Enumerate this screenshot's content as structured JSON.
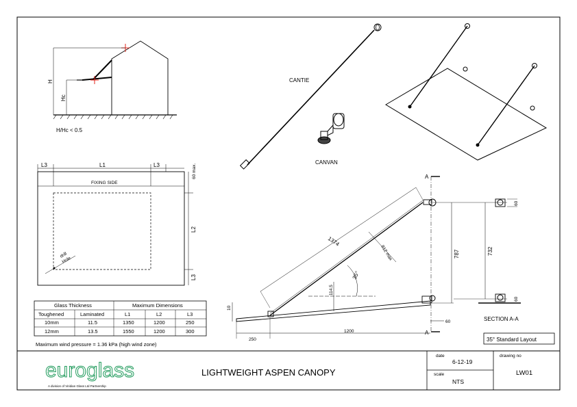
{
  "elevation": {
    "label_h": "H",
    "label_hc": "Hc",
    "ratio": "H/Hc < 0.5"
  },
  "cantie": {
    "label": "CANTIE"
  },
  "canvan": {
    "label": "CANVAN"
  },
  "plan": {
    "l1": "L1",
    "l3_left": "L3",
    "l3_right": "L3",
    "fixing_side": "FIXING SIDE",
    "l2": "L2",
    "l3_bottom": "L3",
    "max60": "60 max.",
    "drill": "drill",
    "hole": "Hole"
  },
  "table": {
    "group_glass": "Glass Thickness",
    "group_dims": "Maximum Dimensions",
    "headers": [
      "Toughened",
      "Laminated",
      "L1",
      "L2",
      "L3"
    ],
    "rows": [
      [
        "10mm",
        "11.5",
        "1350",
        "1200",
        "250"
      ],
      [
        "12mm",
        "13.5",
        "1550",
        "1200",
        "300"
      ]
    ],
    "wind": "Maximum wind pressure = 1.36 kPa (high wind zone)"
  },
  "section": {
    "a_top": "A",
    "a_bottom": "A",
    "dim_1374": "1374",
    "dim_812": "812 max",
    "dim_114": "114.5",
    "angle": "35°",
    "dim_787": "787",
    "dim_732": "732",
    "dim_60_top": "60",
    "dim_60_bot": "60",
    "dim_250": "250",
    "dim_1200": "1200",
    "dim_60": "60",
    "dim_10": "10",
    "section_label": "SECTION A-A",
    "layout": "35° Standard Layout"
  },
  "titleblock": {
    "logo_a": "euro",
    "logo_b": "glass",
    "logo_sub": "A division of Viridian Glass Ltd Partnership",
    "title": "LIGHTWEIGHT ASPEN CANOPY",
    "date_label": "date",
    "date": "6-12-19",
    "scale_label": "scale",
    "scale": "NTS",
    "drawing_label": "drawing no",
    "drawing": "LW01"
  },
  "colors": {
    "logo_green": "#1f9a5b"
  }
}
